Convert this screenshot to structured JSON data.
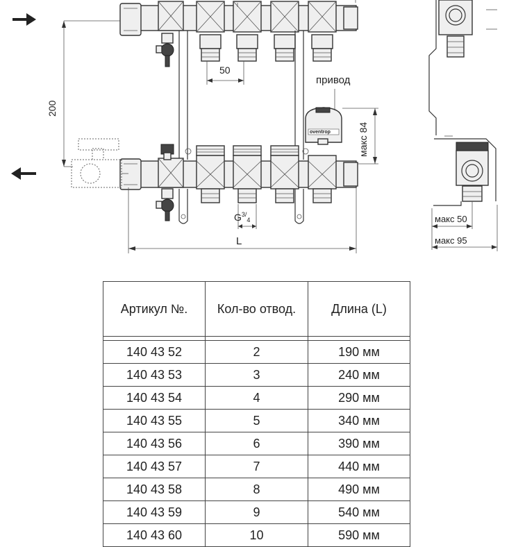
{
  "labels": {
    "dim_50": "50",
    "dim_200": "200",
    "actuator": "привод",
    "brand": "oventrop",
    "max_84": "макс 84",
    "thread_g": "G",
    "thread_num": "3",
    "thread_den": "4",
    "length_l": "L",
    "max_50": "макс 50",
    "max_95": "макс 95"
  },
  "table": {
    "headers": [
      "Артикул №.",
      "Кол-во отвод.",
      "Длина (L)"
    ],
    "rows": [
      [
        "140 43 52",
        "2",
        "190 мм"
      ],
      [
        "140 43 53",
        "3",
        "240 мм"
      ],
      [
        "140 43 54",
        "4",
        "290 мм"
      ],
      [
        "140 43 55",
        "5",
        "340 мм"
      ],
      [
        "140 43 56",
        "6",
        "390 мм"
      ],
      [
        "140 43 57",
        "7",
        "440 мм"
      ],
      [
        "140 43 58",
        "8",
        "490 мм"
      ],
      [
        "140 43 59",
        "9",
        "540 мм"
      ],
      [
        "140 43 60",
        "10",
        "590 мм"
      ]
    ]
  }
}
